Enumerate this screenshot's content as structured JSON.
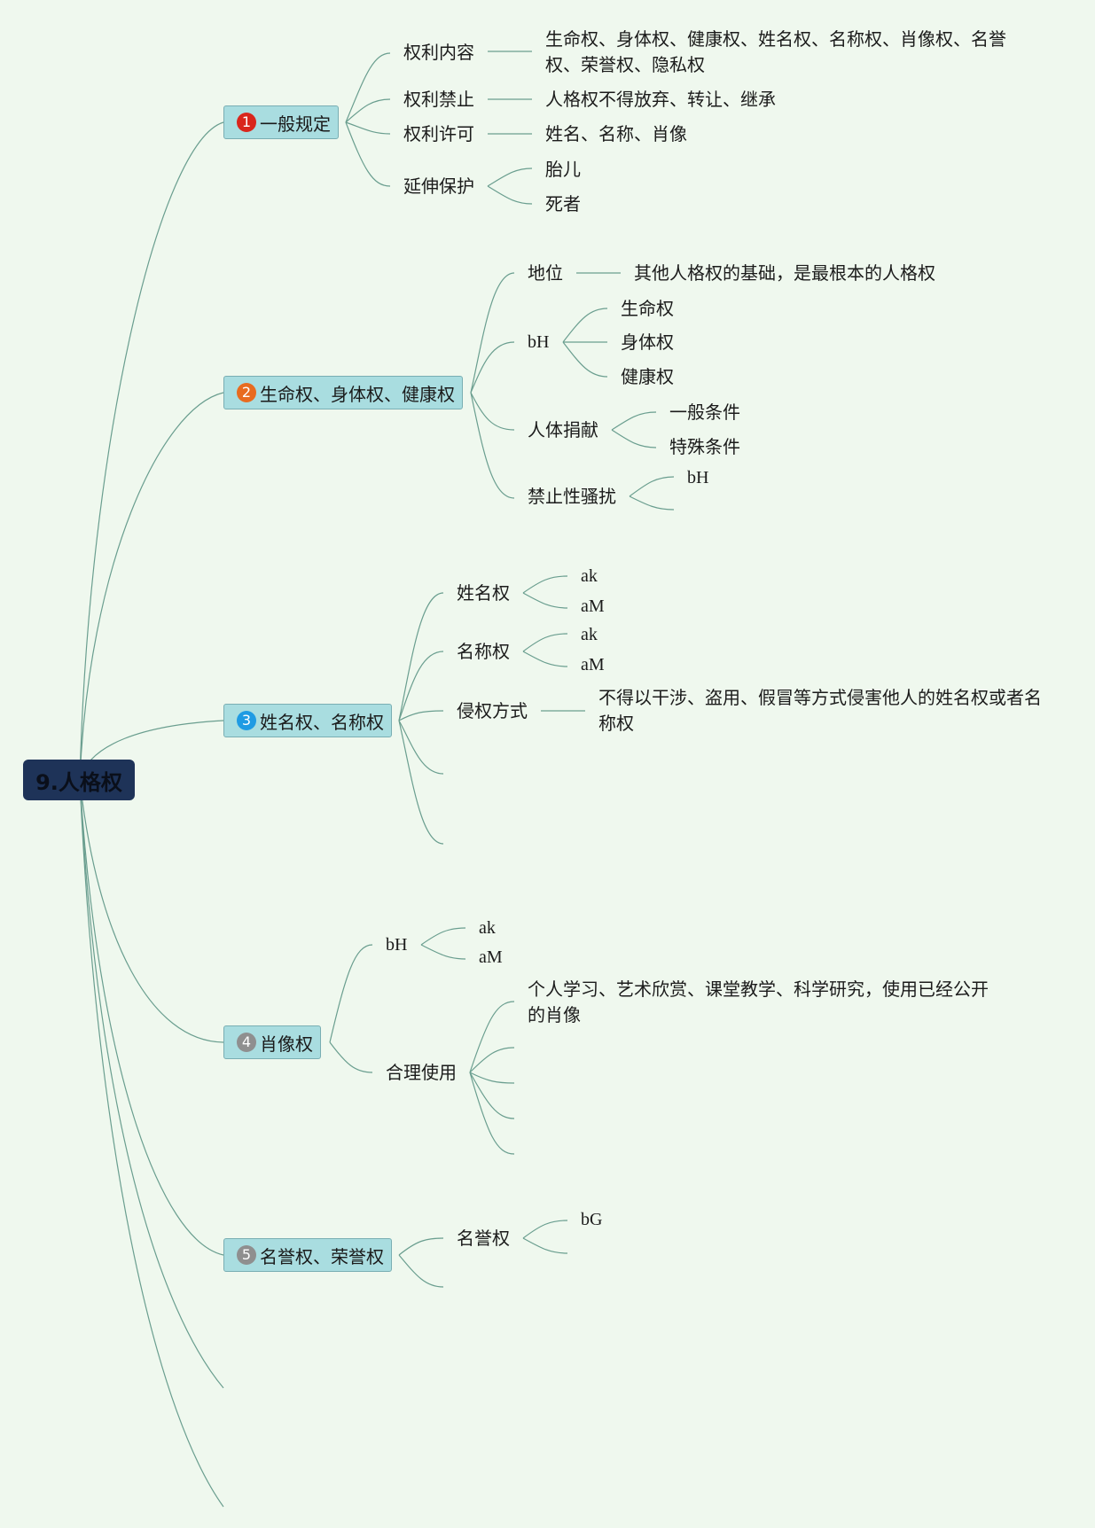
{
  "root": {
    "label": "9.人格权"
  },
  "colors": {
    "background": "#eff8ee",
    "root_fill": "#1e3358",
    "branch_fill": "#a9dde0",
    "connector": "#6a9e8f",
    "badge_1": "#d9261c",
    "badge_2": "#e86b1f",
    "badge_3": "#1f9be3",
    "badge_4": "#8f8f8f",
    "badge_5": "#8f8f8f"
  },
  "branches": [
    {
      "number": "1",
      "label": "一般规定",
      "children": [
        {
          "label": "权利内容",
          "detail": "生命权、身体权、健康权、姓名权、名称权、肖像权、名誉权、荣誉权、隐私权"
        },
        {
          "label": "权利禁止",
          "detail": "人格权不得放弃、转让、继承"
        },
        {
          "label": "权利许可",
          "detail": "姓名、名称、肖像"
        },
        {
          "label": "延伸保护",
          "children": [
            "胎儿",
            "死者"
          ]
        }
      ]
    },
    {
      "number": "2",
      "label": "生命权、身体权、健康权",
      "children": [
        {
          "label": "地位",
          "detail": "其他人格权的基础，是最根本的人格权"
        },
        {
          "label": "bH",
          "children": [
            "生命权",
            "身体权",
            "健康权"
          ]
        },
        {
          "label": "人体捐献",
          "children": [
            "一般条件",
            "特殊条件"
          ]
        },
        {
          "label": "禁止性骚扰",
          "children": [
            "bH"
          ]
        }
      ]
    },
    {
      "number": "3",
      "label": "姓名权、名称权",
      "children": [
        {
          "label": "姓名权",
          "children": [
            "ak",
            "aM"
          ]
        },
        {
          "label": "名称权",
          "children": [
            "ak",
            "aM"
          ]
        },
        {
          "label": "侵权方式",
          "detail": "不得以干涉、盗用、假冒等方式侵害他人的姓名权或者名称权"
        }
      ]
    },
    {
      "number": "4",
      "label": "肖像权",
      "children": [
        {
          "label": "bH",
          "children": [
            "ak",
            "aM"
          ]
        },
        {
          "label": "合理使用",
          "children": [
            "个人学习、艺术欣赏、课堂教学、科学研究，使用已经公开的肖像"
          ]
        }
      ]
    },
    {
      "number": "5",
      "label": "名誉权、荣誉权",
      "children": [
        {
          "label": "名誉权",
          "children": [
            "bG"
          ]
        }
      ]
    }
  ]
}
